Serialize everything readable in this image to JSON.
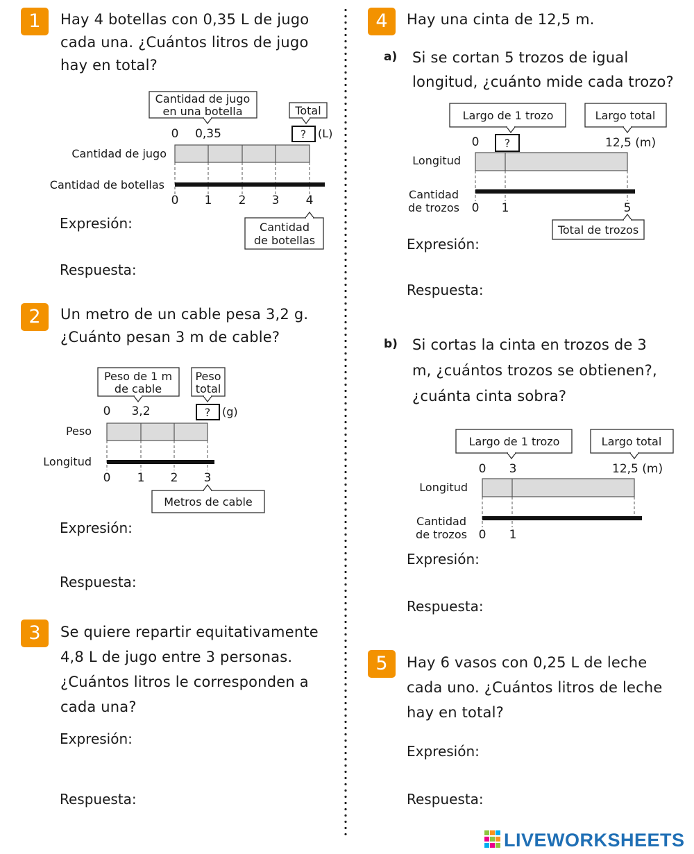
{
  "exercises": {
    "e1": {
      "number": "1",
      "question": "Hay 4 botellas con 0,35 L de jugo cada una. ¿Cuántos litros de jugo hay en total?",
      "diagram": {
        "callout_left": "Cantidad de jugo en una botella",
        "callout_total": "Total",
        "top_zero": "0",
        "top_value": "0,35",
        "unknown": "?",
        "unit": "(L)",
        "row1_label": "Cantidad de jugo",
        "row2_label": "Cantidad de botellas",
        "ticks": [
          "0",
          "1",
          "2",
          "3",
          "4"
        ],
        "callout_bottom": "Cantidad de botellas"
      },
      "expression_label": "Expresión:",
      "answer_label": "Respuesta:"
    },
    "e2": {
      "number": "2",
      "question": "Un metro de un cable pesa 3,2 g. ¿Cuánto pesan 3 m de cable?",
      "diagram": {
        "callout_left": "Peso de 1 m de cable",
        "callout_total": "Peso total",
        "top_zero": "0",
        "top_value": "3,2",
        "unknown": "?",
        "unit": "(g)",
        "row1_label": "Peso",
        "row2_label": "Longitud",
        "ticks": [
          "0",
          "1",
          "2",
          "3"
        ],
        "callout_bottom": "Metros de cable"
      },
      "expression_label": "Expresión:",
      "answer_label": "Respuesta:"
    },
    "e3": {
      "number": "3",
      "question": "Se quiere repartir equitativamente 4,8 L de jugo entre 3 personas. ¿Cuántos litros le corresponden a cada una?",
      "expression_label": "Expresión:",
      "answer_label": "Respuesta:"
    },
    "e4": {
      "number": "4",
      "question": "Hay una cinta de 12,5 m.",
      "a": {
        "letter": "a)",
        "question": "Si se cortan 5 trozos de igual longitud, ¿cuánto mide cada trozo?",
        "diagram": {
          "callout_left": "Largo de 1 trozo",
          "callout_total": "Largo total",
          "top_zero": "0",
          "unknown": "?",
          "top_total": "12,5 (m)",
          "row1_label": "Longitud",
          "row2_label": "Cantidad de trozos",
          "ticks": [
            "0",
            "1",
            "5"
          ],
          "callout_bottom": "Total de trozos"
        },
        "expression_label": "Expresión:",
        "answer_label": "Respuesta:"
      },
      "b": {
        "letter": "b)",
        "question": "Si cortas la cinta en trozos de 3 m, ¿cuántos trozos se obtienen?, ¿cuánta cinta sobra?",
        "diagram": {
          "callout_left": "Largo de 1 trozo",
          "callout_total": "Largo total",
          "top_zero": "0",
          "top_value": "3",
          "top_total": "12,5 (m)",
          "row1_label": "Longitud",
          "row2_label": "Cantidad de trozos",
          "ticks": [
            "0",
            "1"
          ]
        },
        "expression_label": "Expresión:",
        "answer_label": "Respuesta:"
      }
    },
    "e5": {
      "number": "5",
      "question": "Hay 6 vasos con 0,25 L de leche cada uno. ¿Cuántos litros de leche hay en total?",
      "expression_label": "Expresión:",
      "answer_label": "Respuesta:"
    }
  },
  "branding": {
    "logo_text": "LIVEWORKSHEETS"
  },
  "colors": {
    "badge": "#f39200",
    "bar_fill": "#dcdcdc",
    "logo": "#1f6fb5"
  }
}
